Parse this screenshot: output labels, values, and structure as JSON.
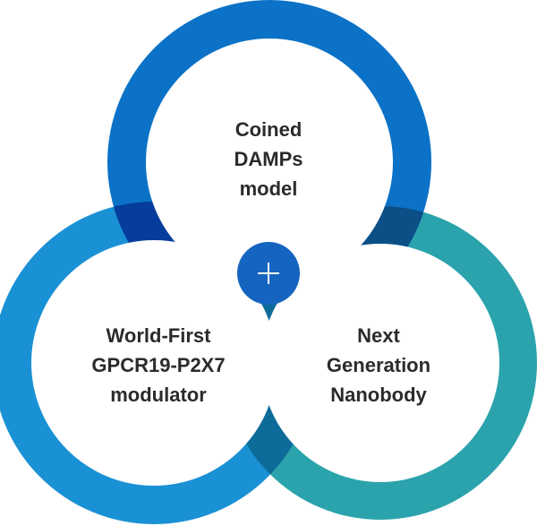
{
  "diagram": {
    "colors": {
      "top_ring": "#0b72c7",
      "left_ring": "#1a91d5",
      "right_ring": "#2aa3ac",
      "overlap_top_left": "#063c9c",
      "overlap_top_right": "#0b4f86",
      "overlap_left_right": "#0d6b9a",
      "inner_fill": "#ffffff",
      "plus_button": "#1565c0"
    },
    "circles": [
      {
        "id": "top",
        "lines": [
          "Coined",
          "DAMPs",
          "model"
        ]
      },
      {
        "id": "left",
        "lines": [
          "World-First",
          "GPCR19-P2X7",
          "modulator"
        ]
      },
      {
        "id": "right",
        "lines": [
          "Next",
          "Generation",
          "Nanobody"
        ]
      }
    ],
    "center_button": {
      "icon": "plus-icon"
    }
  }
}
